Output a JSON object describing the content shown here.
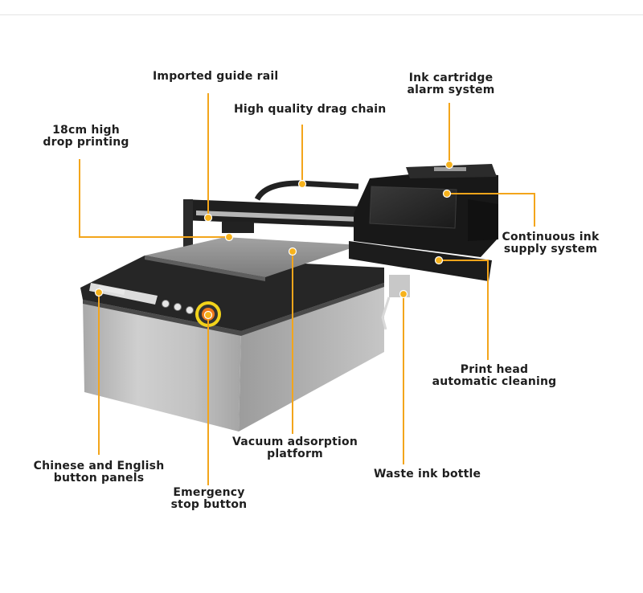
{
  "labels": {
    "guide_rail": "Imported guide rail",
    "drag_chain": "High quality drag chain",
    "ink_alarm_1": "Ink cartridge",
    "ink_alarm_2": "alarm system",
    "drop_print_1": "18cm high",
    "drop_print_2": "drop printing",
    "ink_supply_1": "Continuous ink",
    "ink_supply_2": "supply system",
    "head_clean_1": "Print head",
    "head_clean_2": "automatic cleaning",
    "vacuum_1": "Vacuum adsorption",
    "vacuum_2": "platform",
    "button_panel_1": "Chinese and English",
    "button_panel_2": "button panels",
    "waste_ink": "Waste ink bottle",
    "emergency_1": "Emergency",
    "emergency_2": "stop button"
  },
  "colors": {
    "callout": "#f3a51b",
    "machine_body": "#b9b9b9",
    "machine_dark": "#2a2a2a",
    "platform": "#8a8a8a",
    "text": "#1e1e1e"
  }
}
